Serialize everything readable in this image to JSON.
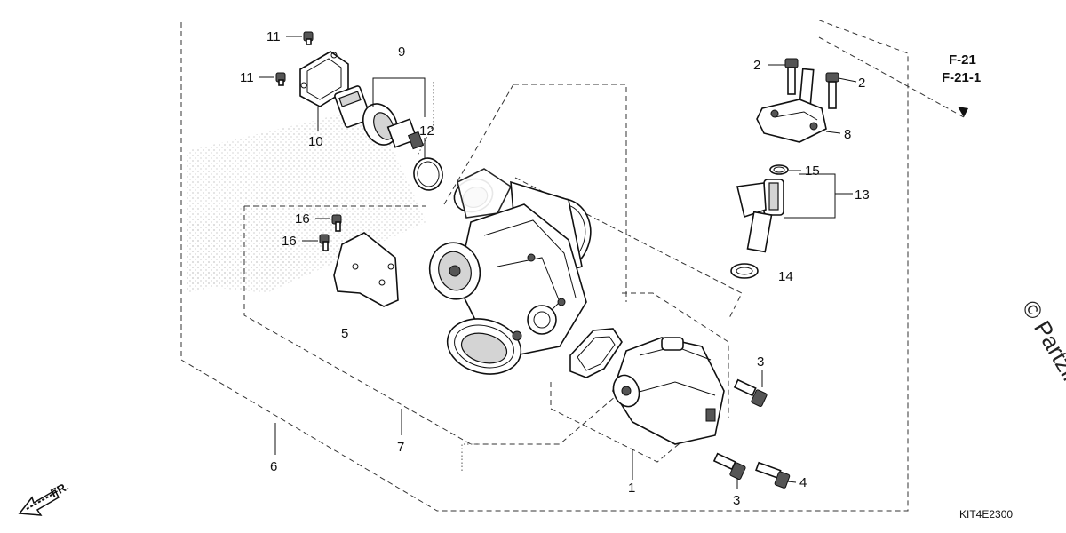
{
  "callouts": {
    "c1": "1",
    "c2a": "2",
    "c2b": "2",
    "c3a": "3",
    "c3b": "3",
    "c4": "4",
    "c5": "5",
    "c6": "6",
    "c7": "7",
    "c8": "8",
    "c9": "9",
    "c10": "10",
    "c11a": "11",
    "c11b": "11",
    "c12": "12",
    "c13": "13",
    "c14": "14",
    "c15": "15",
    "c16a": "16",
    "c16b": "16"
  },
  "references": {
    "ref1": "F-21",
    "ref2": "F-21-1"
  },
  "diagram_code": "KIT4E2300",
  "copyright": "© Partzilla",
  "front_indicator": "FR."
}
